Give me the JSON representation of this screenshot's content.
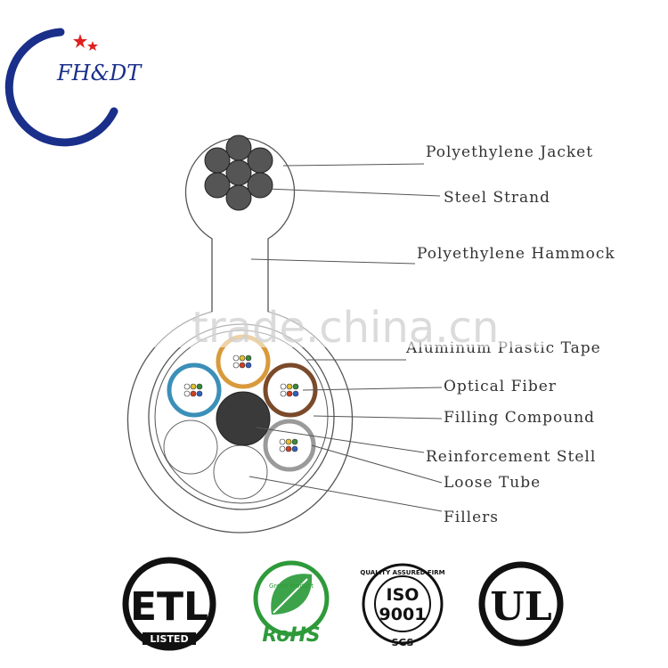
{
  "logo": {
    "text": "FH&DT",
    "colors": {
      "arc": "#1a2f8a",
      "star": "#e02020",
      "text": "#1a2f8a"
    }
  },
  "watermark": {
    "text": "trade.china.cn"
  },
  "diagram": {
    "labels": [
      {
        "id": "polyethylene-jacket",
        "text": "Polyethylene Jacket"
      },
      {
        "id": "steel-strand",
        "text": "Steel Strand"
      },
      {
        "id": "polyethylene-hammock",
        "text": "Polyethylene Hammock"
      },
      {
        "id": "aluminum-plastic-tape",
        "text": "Aluminum Plastic Tape"
      },
      {
        "id": "optical-fiber",
        "text": "Optical Fiber"
      },
      {
        "id": "filling-compound",
        "text": "Filling Compound"
      },
      {
        "id": "reinforcement-steel",
        "text": "Reinforcement Stell"
      },
      {
        "id": "loose-tube",
        "text": "Loose Tube"
      },
      {
        "id": "fillers",
        "text": "Fillers"
      }
    ],
    "tube_colors": {
      "blue": "#3b8fb8",
      "orange": "#d89a3c",
      "brown": "#7a4a2a",
      "gray": "#9a9a9a"
    }
  },
  "certifications": [
    {
      "id": "etl",
      "name": "ETL",
      "sub": "LISTED"
    },
    {
      "id": "rohs",
      "name": "RoHS",
      "sub": "Green Product"
    },
    {
      "id": "iso",
      "name": "ISO",
      "number": "9001",
      "ring": "QUALITY ASSURED FIRM",
      "sub": "SGS"
    },
    {
      "id": "ul",
      "name": "UL"
    }
  ]
}
